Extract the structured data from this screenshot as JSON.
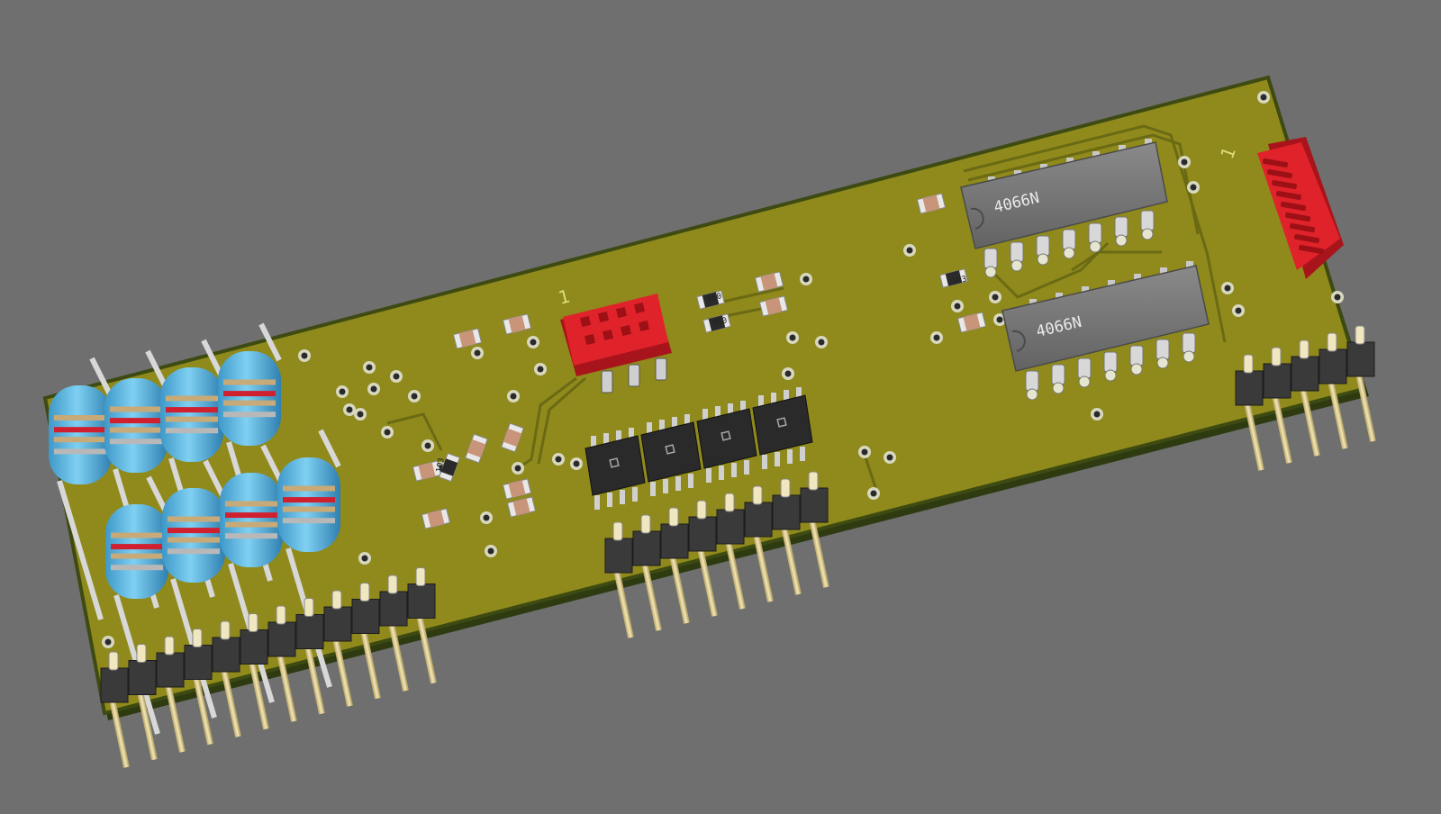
{
  "scene": {
    "background_color": "#6f6f6f",
    "board_color": "#8f8a1b",
    "board_edge_color": "#3d4a12",
    "trace_color": "#6b6a14",
    "connector_color": "#e0222a",
    "resistor_color": "#55b8e0",
    "ic_color": "#7a7a7a"
  },
  "labels": {
    "ic_top": "4066N",
    "ic_bottom": "4066N",
    "smd_a": "103",
    "smd_b": "103",
    "smd_c": "060",
    "smd_d": "060",
    "conn_mid_pin1": "1",
    "conn_right_pin1": "1"
  },
  "icons": {
    "resistor": "axial-resistor-icon",
    "ic": "dip-ic-icon",
    "header": "pin-header-icon",
    "connector": "box-connector-icon"
  }
}
